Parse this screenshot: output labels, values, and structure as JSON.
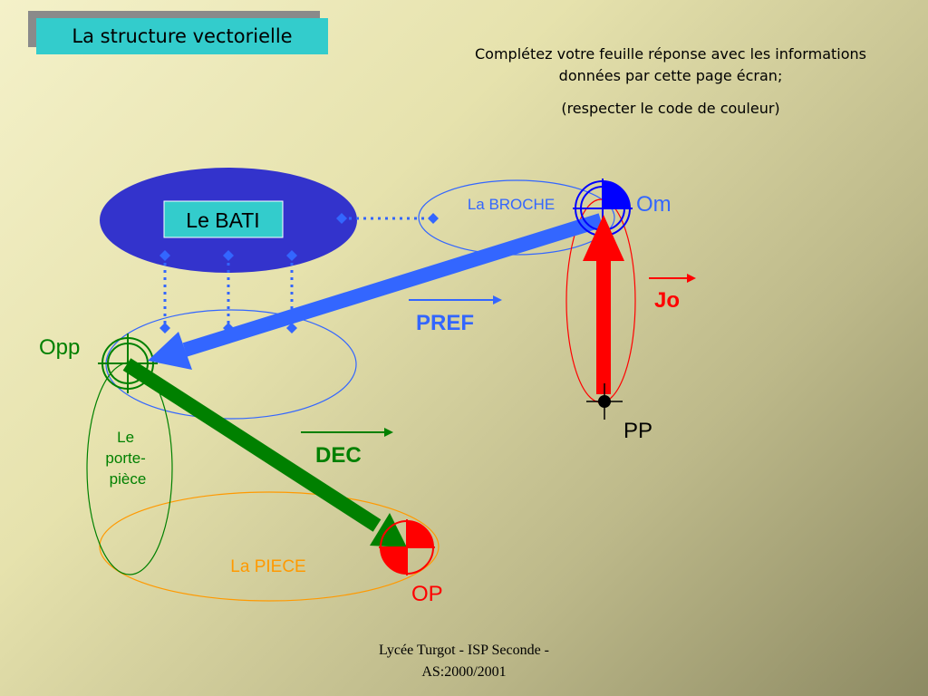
{
  "title": "La structure vectorielle",
  "instructions": {
    "line1": "Complétez votre feuille réponse avec les informations données par cette page écran;",
    "line2": "(respecter le code de couleur)"
  },
  "labels": {
    "bati": "Le BATI",
    "broche": "La BROCHE",
    "porte_piece": [
      "Le",
      "porte-",
      "pièce"
    ],
    "piece": "La PIECE",
    "om": "Om",
    "opp": "Opp",
    "pp": "PP",
    "op": "OP",
    "jo": "Jo",
    "pref": "PREF",
    "dec": "DEC"
  },
  "colors": {
    "bati": "#3333cc",
    "blue": "#3366ff",
    "red": "#ff0000",
    "green": "#008000",
    "orange": "#ff9900",
    "cyan": "#33cccc"
  },
  "footer": {
    "line1": "Lycée Turgot - ISP Seconde -",
    "line2": "AS:2000/2001"
  }
}
